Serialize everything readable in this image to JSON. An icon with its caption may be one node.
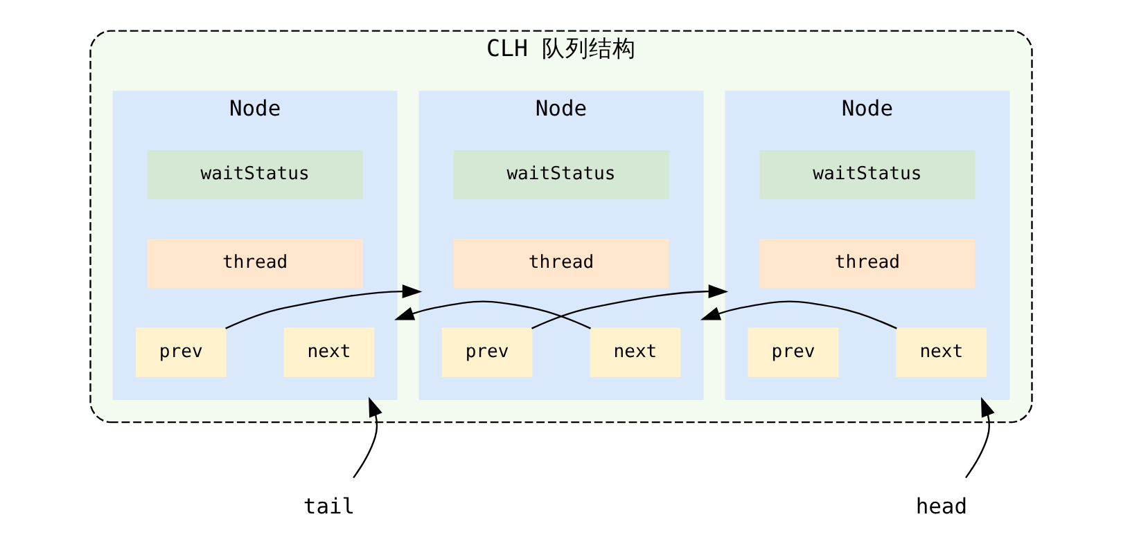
{
  "diagram": {
    "nodes": [
      {
        "text": [
          "CLH 队列结构"
        ]
      },
      {
        "text": [
          "Node"
        ],
        "in": 0
      },
      {
        "text": [
          "waitStatus"
        ],
        "in": 1
      },
      {
        "text": [
          "thread"
        ],
        "in": 1
      },
      {
        "text": [
          "prev"
        ],
        "in": 1
      },
      {
        "text": [
          "next"
        ],
        "in": 1
      },
      {
        "text": [
          "Node"
        ],
        "in": 0
      },
      {
        "text": [
          "waitStatus"
        ],
        "in": 6
      },
      {
        "text": [
          "thread"
        ],
        "in": 6
      },
      {
        "text": [
          "prev"
        ],
        "in": 6
      },
      {
        "text": [
          "next"
        ],
        "in": 6
      },
      {
        "text": [
          "Node"
        ],
        "in": 0
      },
      {
        "text": [
          "waitStatus"
        ],
        "in": 11
      },
      {
        "text": [
          "thread"
        ],
        "in": 11
      },
      {
        "text": [
          "prev"
        ],
        "in": 11
      },
      {
        "text": [
          "next"
        ],
        "in": 11
      },
      {
        "text": [
          "head"
        ]
      },
      {
        "text": [
          "tail"
        ]
      }
    ],
    "edges": [
      {
        "from": 5,
        "to": 6,
        "arrow": "to"
      },
      {
        "from": 9,
        "to": 1,
        "arrow": "to"
      },
      {
        "from": 10,
        "to": 11,
        "arrow": "to"
      },
      {
        "from": 14,
        "to": 6,
        "arrow": "to"
      },
      {
        "from": 16,
        "to": 1,
        "arrow": "to"
      },
      {
        "from": 17,
        "to": 11,
        "arrow": "to"
      }
    ]
  }
}
